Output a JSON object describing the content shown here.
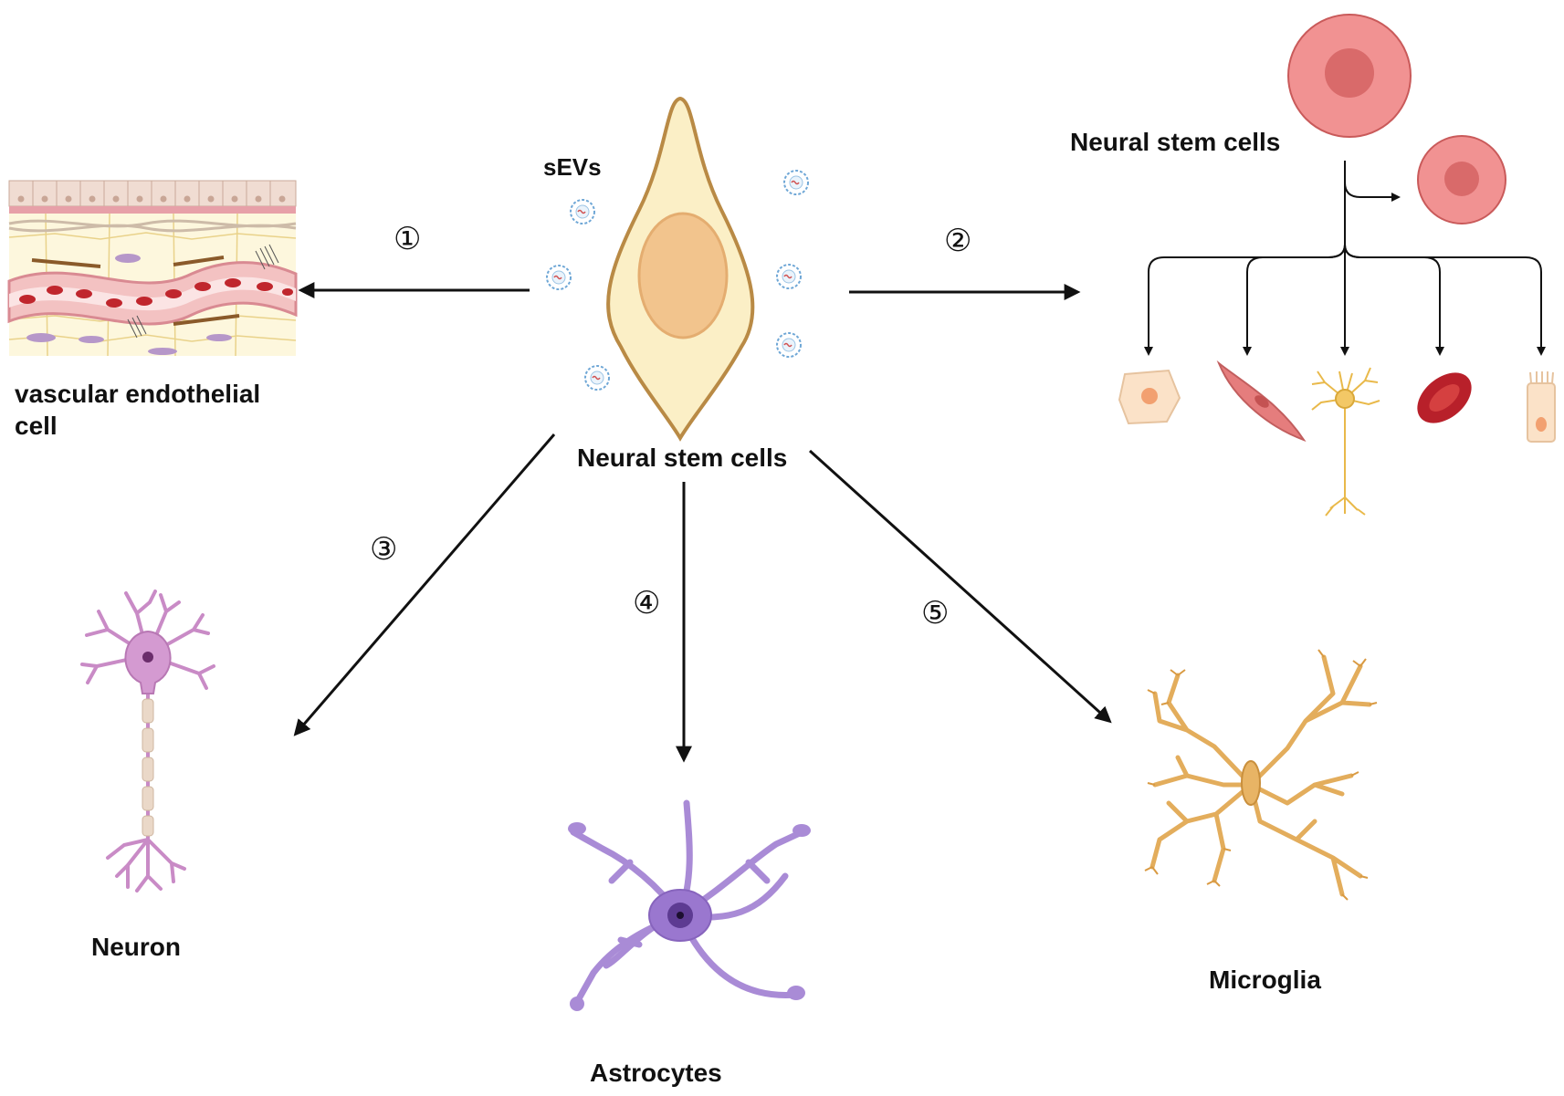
{
  "labels": {
    "sevs": "sEVs",
    "center_cell": "Neural stem cells",
    "nsc_top_right": "Neural stem cells",
    "vascular": "vascular endothelial\ncell",
    "neuron": "Neuron",
    "astrocytes": "Astrocytes",
    "microglia": "Microglia"
  },
  "pathways": [
    "①",
    "②",
    "③",
    "④",
    "⑤"
  ],
  "colors": {
    "arrow": "#111111",
    "stem_cell_fill": "#fbefc6",
    "stem_cell_border": "#b98a45",
    "stem_nucleus": "#f2c48d",
    "nsc_red": "#f19292",
    "nsc_red_nucleus": "#d96a6a",
    "neuron": "#c98bc6",
    "astrocyte": "#a98bd6",
    "microglia": "#e3ad5c",
    "vesicle": "#6fa7d6"
  }
}
